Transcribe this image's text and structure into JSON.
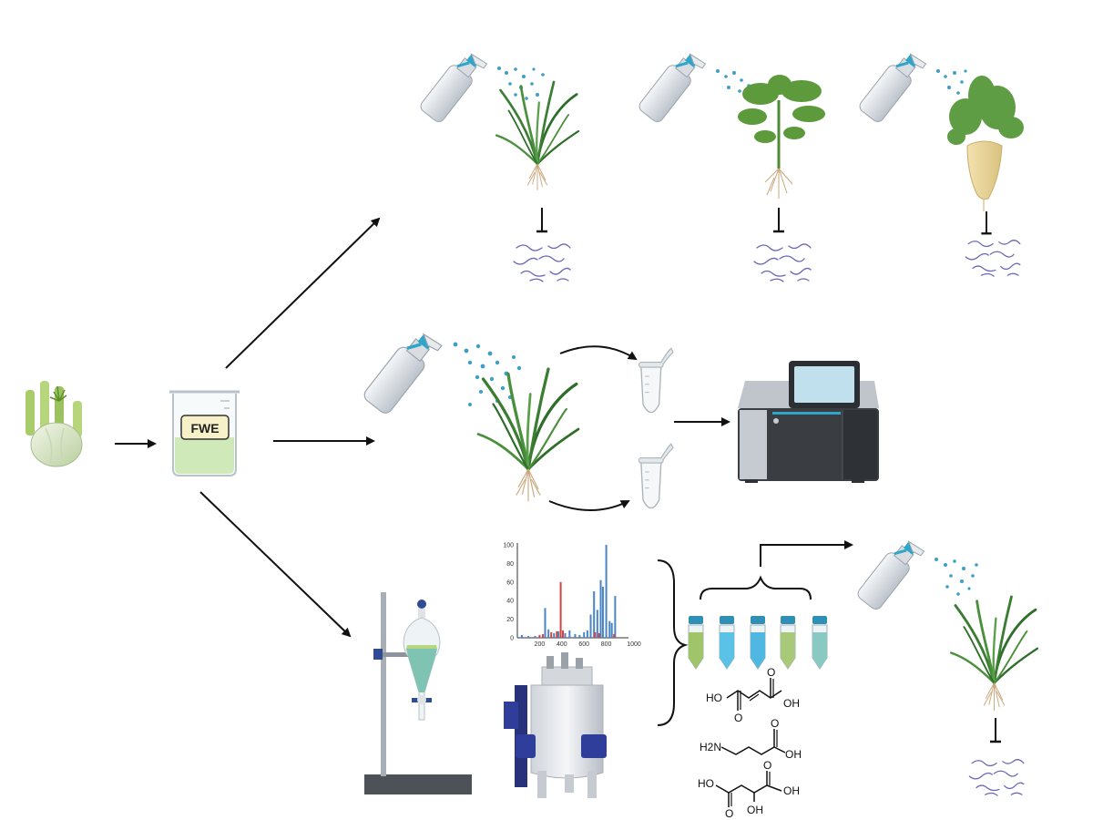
{
  "beaker": {
    "label": "FWE"
  },
  "spectrum": {
    "chart_data": {
      "type": "bar",
      "xlim": [
        0,
        1000
      ],
      "ylim": [
        0,
        100
      ],
      "xticks": [
        "200",
        "400",
        "600",
        "800",
        "1000"
      ],
      "yticks": [
        "0",
        "20",
        "40",
        "60",
        "80",
        "100"
      ],
      "series": [
        {
          "color": "#4a86c5",
          "x": [
            40,
            100,
            160,
            250,
            280,
            330,
            370,
            430,
            470,
            520,
            560,
            600,
            630,
            660,
            690,
            720,
            750,
            770,
            800,
            830,
            850,
            880
          ],
          "y": [
            3,
            2,
            2,
            32,
            9,
            5,
            7,
            5,
            8,
            4,
            3,
            6,
            8,
            25,
            50,
            30,
            62,
            55,
            100,
            18,
            16,
            45
          ]
        },
        {
          "color": "#d24444",
          "x": [
            200,
            230,
            305,
            355,
            390,
            410,
            700,
            735,
            870
          ],
          "y": [
            3,
            4,
            6,
            7,
            60,
            8,
            6,
            5,
            4
          ]
        }
      ]
    }
  },
  "chemicals": {
    "fumaric": {
      "ho": "HO",
      "oh": "OH",
      "o1": "O",
      "o2": "O"
    },
    "gaba": {
      "nh2": "H2N",
      "oh": "OH",
      "o": "O"
    },
    "malic": {
      "ho": "HO",
      "oh_end": "OH",
      "oh_mid": "OH",
      "o1": "O",
      "o2": "O"
    }
  }
}
